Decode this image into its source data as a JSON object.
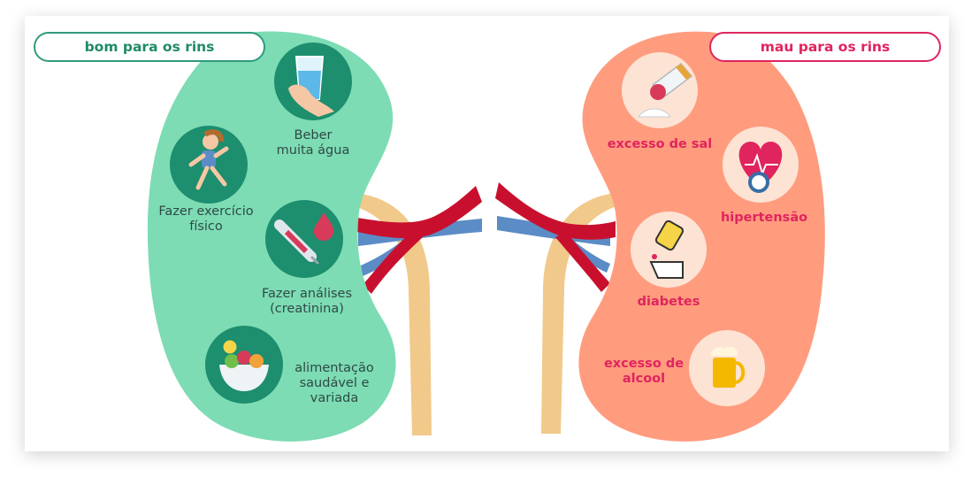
{
  "good_badge": "bom para os rins",
  "bad_badge": "mau para os rins",
  "good_items": [
    {
      "lines": [
        "Beber",
        "muita água"
      ],
      "icon": "water-glass-icon"
    },
    {
      "lines": [
        "Fazer exercício",
        "físico"
      ],
      "icon": "running-woman-icon"
    },
    {
      "lines": [
        "Fazer análises",
        "(creatinina)"
      ],
      "icon": "syringe-blood-drop-icon"
    },
    {
      "lines": [
        "alimentação",
        "saudável e",
        "variada"
      ],
      "icon": "vegetable-bowl-icon"
    }
  ],
  "bad_items": [
    {
      "lines": [
        "excesso de sal"
      ],
      "icon": "salt-shaker-icon"
    },
    {
      "lines": [
        "hipertensão"
      ],
      "icon": "heart-pressure-gauge-icon"
    },
    {
      "lines": [
        "diabetes"
      ],
      "icon": "glucose-meter-icon"
    },
    {
      "lines": [
        "excesso de",
        "alcool"
      ],
      "icon": "beer-mug-icon"
    }
  ],
  "colors": {
    "good_kidney": "#7ddcb4",
    "bad_kidney": "#ff9c7e",
    "good_circle": "#1d8e6e",
    "bad_circle": "#fde3d4",
    "artery": "#c8102e",
    "vein": "#5b8cc6",
    "ureter": "#f1c98a"
  }
}
